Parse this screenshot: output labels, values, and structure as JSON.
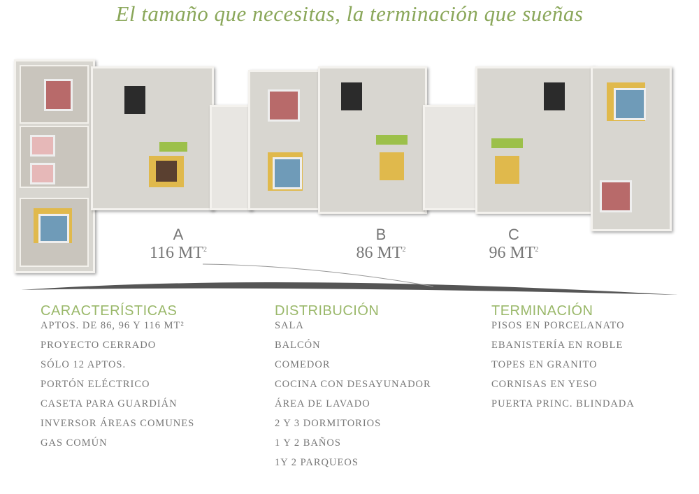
{
  "headline": "El tamaño que necesitas, la terminación que sueñas",
  "units": [
    {
      "letter": "A",
      "area": "116 MT",
      "sup": "2"
    },
    {
      "letter": "B",
      "area": "86 MT",
      "sup": "2"
    },
    {
      "letter": "C",
      "area": "96 MT",
      "sup": "2"
    }
  ],
  "columns": [
    {
      "title": "CARACTERÍSTICAS",
      "items": [
        "APTOS. DE 86, 96 Y 116 MT²",
        "PROYECTO CERRADO",
        "SÓLO 12 APTOS.",
        "PORTÓN ELÉCTRICO",
        "CASETA PARA GUARDIÁN",
        "INVERSOR  ÁREAS COMUNES",
        "GAS COMÚN"
      ]
    },
    {
      "title": "DISTRIBUCIÓN",
      "items": [
        "SALA",
        "BALCÓN",
        "COMEDOR",
        "COCINA CON DESAYUNADOR",
        "ÁREA DE LAVADO",
        "2 Y 3 DORMITORIOS",
        "1 Y 2 BAÑOS",
        "1Y 2 PARQUEOS"
      ]
    },
    {
      "title": "TERMINACIÓN",
      "items": [
        "PISOS EN PORCELANATO",
        "EBANISTERÍA EN ROBLE",
        "TOPES EN GRANITO",
        "CORNISAS EN YESO",
        "PUERTA PRINC.  BLINDADA"
      ]
    }
  ],
  "colors": {
    "accent": "#8aa75a",
    "text": "#777777"
  }
}
